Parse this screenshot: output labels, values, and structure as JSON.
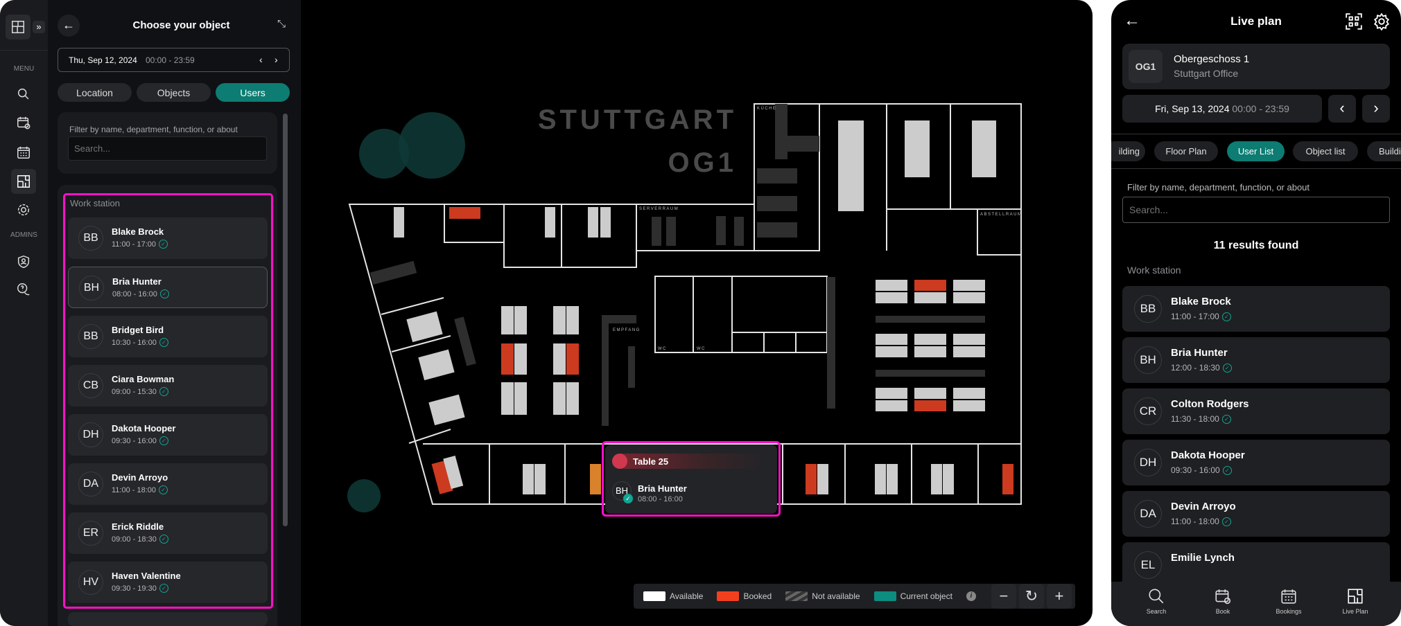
{
  "rail": {
    "menu_label": "MENU",
    "admins_label": "ADMINS"
  },
  "panel": {
    "title": "Choose your object",
    "date": "Thu, Sep 12, 2024",
    "time_range": "00:00 - 23:59",
    "tabs": [
      {
        "label": "Location"
      },
      {
        "label": "Objects"
      },
      {
        "label": "Users",
        "active": true
      }
    ],
    "filter_label": "Filter by name, department, function, or about",
    "search_placeholder": "Search...",
    "section": "Work station",
    "users": [
      {
        "initials": "BB",
        "name": "Blake Brock",
        "time": "11:00 - 17:00"
      },
      {
        "initials": "BH",
        "name": "Bria Hunter",
        "time": "08:00 - 16:00",
        "selected": true
      },
      {
        "initials": "BB",
        "name": "Bridget Bird",
        "time": "10:30 - 16:00"
      },
      {
        "initials": "CB",
        "name": "Ciara Bowman",
        "time": "09:00 - 15:30"
      },
      {
        "initials": "DH",
        "name": "Dakota Hooper",
        "time": "09:30 - 16:00"
      },
      {
        "initials": "DA",
        "name": "Devin Arroyo",
        "time": "11:00 - 18:00"
      },
      {
        "initials": "ER",
        "name": "Erick Riddle",
        "time": "09:00 - 18:30"
      },
      {
        "initials": "HV",
        "name": "Haven Valentine",
        "time": "09:30 - 19:30"
      }
    ]
  },
  "map": {
    "title_line1": "STUTTGART",
    "title_line2": "OG1",
    "rooms": {
      "kitchen": "KÜCHE",
      "server": "SERVERRAUM",
      "storage": "ABSTELLRAUM",
      "reception": "EMPFANG",
      "wc1": "WC",
      "wc2": "WC"
    },
    "tooltip": {
      "table": "Table 25",
      "initials": "BH",
      "name": "Bria Hunter",
      "time": "08:00 - 16:00"
    },
    "legend": [
      {
        "label": "Available",
        "color": "#ffffff"
      },
      {
        "label": "Booked",
        "color": "#f2401f"
      },
      {
        "label": "Not available",
        "color": "#555555"
      },
      {
        "label": "Current object",
        "color": "#0d8c80"
      }
    ],
    "zoom_out": "−",
    "reset": "↻",
    "zoom_in": "+"
  },
  "phone": {
    "title": "Live plan",
    "floor_code": "OG1",
    "floor_name": "Obergeschoss 1",
    "office": "Stuttgart Office",
    "date": "Fri, Sep 13, 2024",
    "time_range": "00:00 - 23:59",
    "chips": [
      {
        "label": "ilding"
      },
      {
        "label": "Floor Plan"
      },
      {
        "label": "User List",
        "active": true
      },
      {
        "label": "Object list"
      },
      {
        "label": "Buildi"
      }
    ],
    "filter_label": "Filter by name, department, function, or about",
    "search_placeholder": "Search...",
    "results": "11 results found",
    "section": "Work station",
    "users": [
      {
        "initials": "BB",
        "name": "Blake Brock",
        "time": "11:00 - 17:00"
      },
      {
        "initials": "BH",
        "name": "Bria Hunter",
        "time": "12:00 - 18:30"
      },
      {
        "initials": "CR",
        "name": "Colton Rodgers",
        "time": "11:30 - 18:00"
      },
      {
        "initials": "DH",
        "name": "Dakota Hooper",
        "time": "09:30 - 16:00"
      },
      {
        "initials": "DA",
        "name": "Devin Arroyo",
        "time": "11:00 - 18:00"
      },
      {
        "initials": "EL",
        "name": "Emilie Lynch",
        "time": ""
      }
    ],
    "nav": [
      {
        "label": "Search"
      },
      {
        "label": "Book"
      },
      {
        "label": "Bookings"
      },
      {
        "label": "Live Plan"
      }
    ]
  },
  "colors": {
    "accent": "#0d7c72",
    "booked": "#cc3a20",
    "highlight": "#ff10c8"
  }
}
